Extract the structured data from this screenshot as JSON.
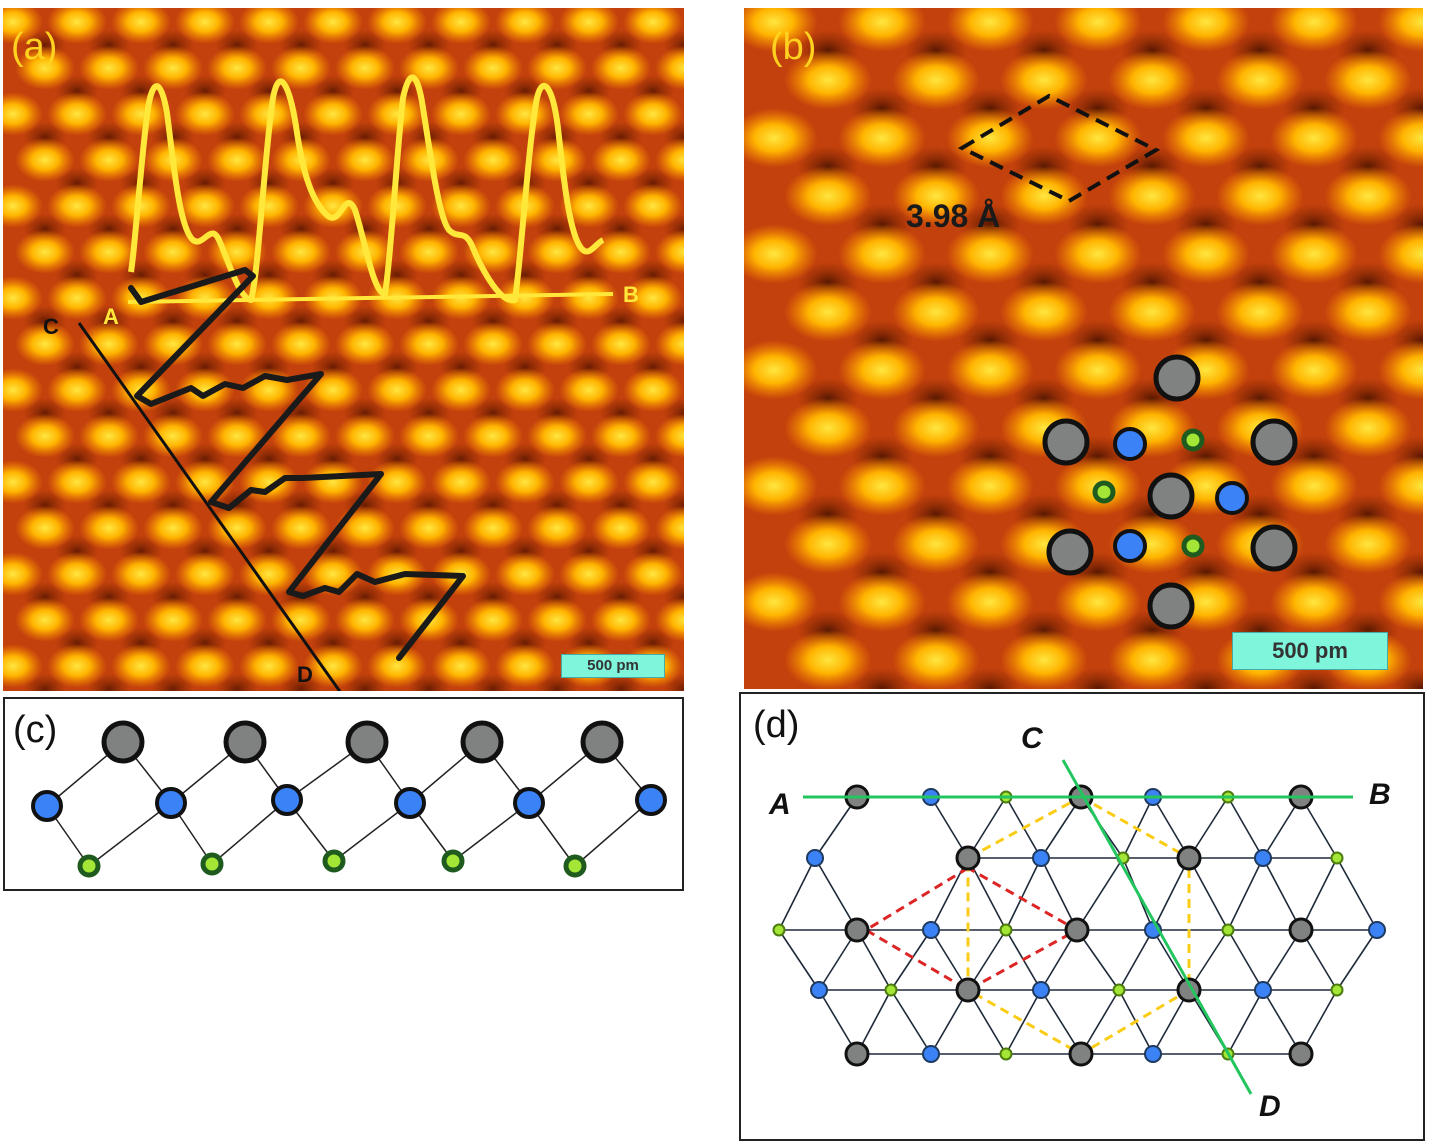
{
  "panels": {
    "a": {
      "label": "(a)",
      "profile_labels": {
        "a": "A",
        "b": "B",
        "c": "C",
        "d": "D"
      },
      "scale_bar": "500 pm"
    },
    "b": {
      "label": "(b)",
      "lattice_constant": "3.98 Å",
      "scale_bar": "500 pm"
    },
    "c": {
      "label": "(c)"
    },
    "d": {
      "label": "(d)",
      "line_labels": {
        "a": "A",
        "b": "B",
        "c": "C",
        "d": "D"
      }
    }
  },
  "colors": {
    "stm_base": "#c2410c",
    "stm_bright": "#ffd21f",
    "atom_gray": "#7f8280",
    "atom_blue": "#3b82f6",
    "atom_green": "#8fd14f",
    "profile_yellow": "#ffe83a",
    "line_green": "#22c55e",
    "dash_red": "#dc2626",
    "dash_yellow": "#facc15",
    "scale_bar_bg": "#7ff5dc"
  }
}
